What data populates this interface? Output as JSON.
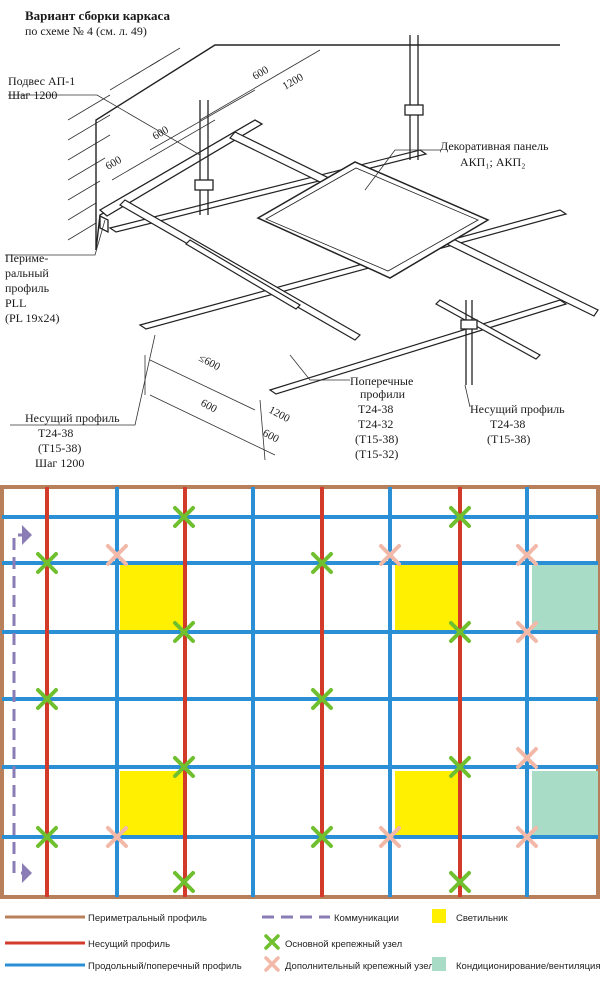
{
  "diagram": {
    "title": "Вариант сборки каркаса",
    "subtitle": "по схеме № 4 (см. л. 49)",
    "labels": {
      "hanger_line1": "Подвес АП-1",
      "hanger_line2": "Шаг 1200",
      "perimeter_line1": "Периме-",
      "perimeter_line2": "ральный",
      "perimeter_line3": "профиль",
      "perimeter_line4": "PLL",
      "perimeter_line5": "(PL 19x24)",
      "panel_line1": "Декоративная панель",
      "panel_line2": "АКП₁; АКП₂",
      "cross_line1": "Поперечные",
      "cross_line2": "профили",
      "cross_line3": "T24-38",
      "cross_line4": "T24-32",
      "cross_line5": "(T15-38)",
      "cross_line6": "(T15-32)",
      "bearing_left_line1": "Несущий профиль",
      "bearing_left_line2": "T24-38",
      "bearing_left_line3": "(T15-38)",
      "bearing_left_line4": "Шаг 1200",
      "bearing_right_line1": "Несущий профиль",
      "bearing_right_line2": "T24-38",
      "bearing_right_line3": "(T15-38)"
    },
    "dimensions": {
      "d600_a": "600",
      "d1200_a": "1200",
      "d600_b": "600",
      "d600_c": "600",
      "dle600": "≤600",
      "d600_d": "600",
      "d1200_b": "1200",
      "d600_e": "600"
    }
  },
  "layout_plan": {
    "colors": {
      "perimeter": "#b8805a",
      "bearing": "#d23a2a",
      "cross": "#2b8fd6",
      "lamp": "#ffef00",
      "hvac": "#a9dcc6",
      "main_node": "#6fbf2e",
      "extra_node": "#f2b8a8",
      "comms": "#8a7db5"
    },
    "legend": [
      {
        "key": "perimeter",
        "label": "Периметральный профиль",
        "icon": "brown-line"
      },
      {
        "key": "comms",
        "label": "Коммуникации",
        "icon": "dashed-purple-line"
      },
      {
        "key": "lamp",
        "label": "Светильник",
        "icon": "yellow-square"
      },
      {
        "key": "bearing",
        "label": "Несущий профиль",
        "icon": "red-line"
      },
      {
        "key": "main_node",
        "label": "Основной крепежный узел",
        "icon": "green-cross"
      },
      {
        "key": "cross",
        "label": "Продольный/поперечный профиль",
        "icon": "blue-line"
      },
      {
        "key": "extra_node",
        "label": "Дополнительный крепежный узел",
        "icon": "pink-cross"
      },
      {
        "key": "hvac",
        "label": "Кондиционирование/вентиляция",
        "icon": "mint-square"
      }
    ]
  }
}
